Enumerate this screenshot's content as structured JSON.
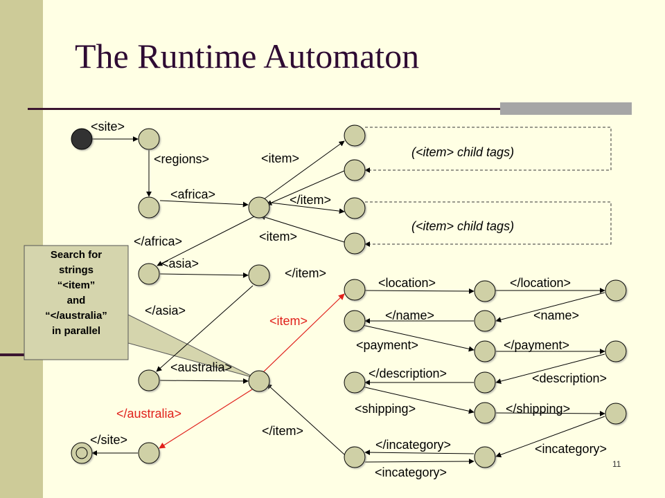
{
  "slide": {
    "title": "The Runtime Automaton",
    "page_number": "11"
  },
  "callout": {
    "lines": [
      "Search for",
      "strings",
      "“<item”",
      "and",
      "“</australia”",
      "in parallel"
    ]
  },
  "labels": {
    "site_open": "<site>",
    "regions_open": "<regions>",
    "africa_open": "<africa>",
    "africa_close": "</africa>",
    "asia_open": "<asia>",
    "asia_close": "</asia>",
    "australia_open": "<australia>",
    "australia_close": "</australia>",
    "site_close": "</site>",
    "item_open_1": "<item>",
    "item_close_1": "</item>",
    "item_open_2": "<item>",
    "item_close_2": "</item>",
    "item_open_3": "<item>",
    "item_close_3": "</item>",
    "child_tags_1": "(<item> child tags)",
    "child_tags_2": "(<item> child tags)",
    "location_open": "<location>",
    "location_close": "</location>",
    "name_open": "<name>",
    "name_close": "</name>",
    "payment_open": "<payment>",
    "payment_close": "</payment>",
    "description_open": "<description>",
    "description_close": "</description>",
    "shipping_open": "<shipping>",
    "shipping_close": "</shipping>",
    "incategory_open_top": "<incategory>",
    "incategory_close": "</incategory>",
    "incategory_open_bottom": "<incategory>"
  },
  "colors": {
    "background": "#FFFFE4",
    "band": "#CDCB98",
    "node_fill": "#CFD0A6",
    "start_node": "#333333",
    "highlight": "#E0201B",
    "title": "#2E0B33"
  }
}
